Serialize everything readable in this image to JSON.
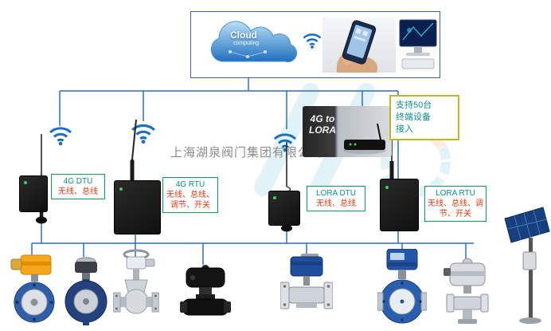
{
  "watermark": {
    "company": "上海湖泉阀门集团有限公司"
  },
  "top_panel": {
    "cloud_title": "Cloud",
    "cloud_subtitle": "computing"
  },
  "gateway": {
    "line1": "4G to",
    "line2": "LORA"
  },
  "support_box": {
    "line1": "支持50台",
    "line2": "终端设备",
    "line3": "接入"
  },
  "device_labels": [
    {
      "name": "4G DTU",
      "attrs": "无线、总线"
    },
    {
      "name": "4G RTU",
      "attrs": "无线、总线、调节、开关"
    },
    {
      "name": "LORA DTU",
      "attrs": "无线、总线"
    },
    {
      "name": "LORA RTU",
      "attrs": "无线、总线、调节、开关"
    }
  ],
  "colors": {
    "connector_blue": "#2f6fbe",
    "label_border_green": "#00a651",
    "device_name_teal": "#0b8f8f",
    "attribute_red": "#e8380d",
    "support_border_olive": "#b9b92e"
  }
}
